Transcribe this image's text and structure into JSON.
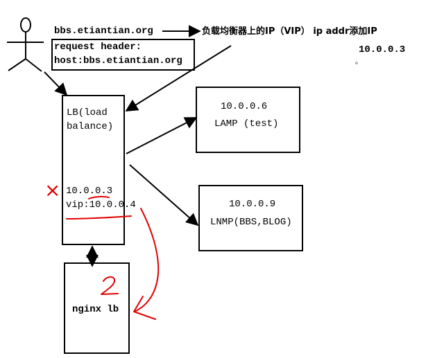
{
  "client": {
    "domain": "bbs.etiantian.org",
    "header_line1": "request header:",
    "header_line2": "host:bbs.etiantian.org"
  },
  "vip_note": {
    "label": "负载均衡器上的IP（VIP） ip addr添加IP",
    "ip": "10.0.0.3",
    "dot": "。"
  },
  "lb": {
    "line1": "LB(load",
    "line2": "balance)",
    "ip_old": "10.0.0.3",
    "vip": "vip:10.0.0.4"
  },
  "lamp": {
    "ip": "10.0.0.6",
    "label": "LAMP (test)"
  },
  "lnmp": {
    "ip": "10.0.0.9",
    "label": "LNMP(BBS,BLOG)"
  },
  "nginx": {
    "label": "nginx lb"
  },
  "annotations": {
    "cross": "×",
    "step": "2"
  },
  "colors": {
    "ink": "#000000",
    "annotation": "#e00000",
    "background": "#ffffff"
  }
}
